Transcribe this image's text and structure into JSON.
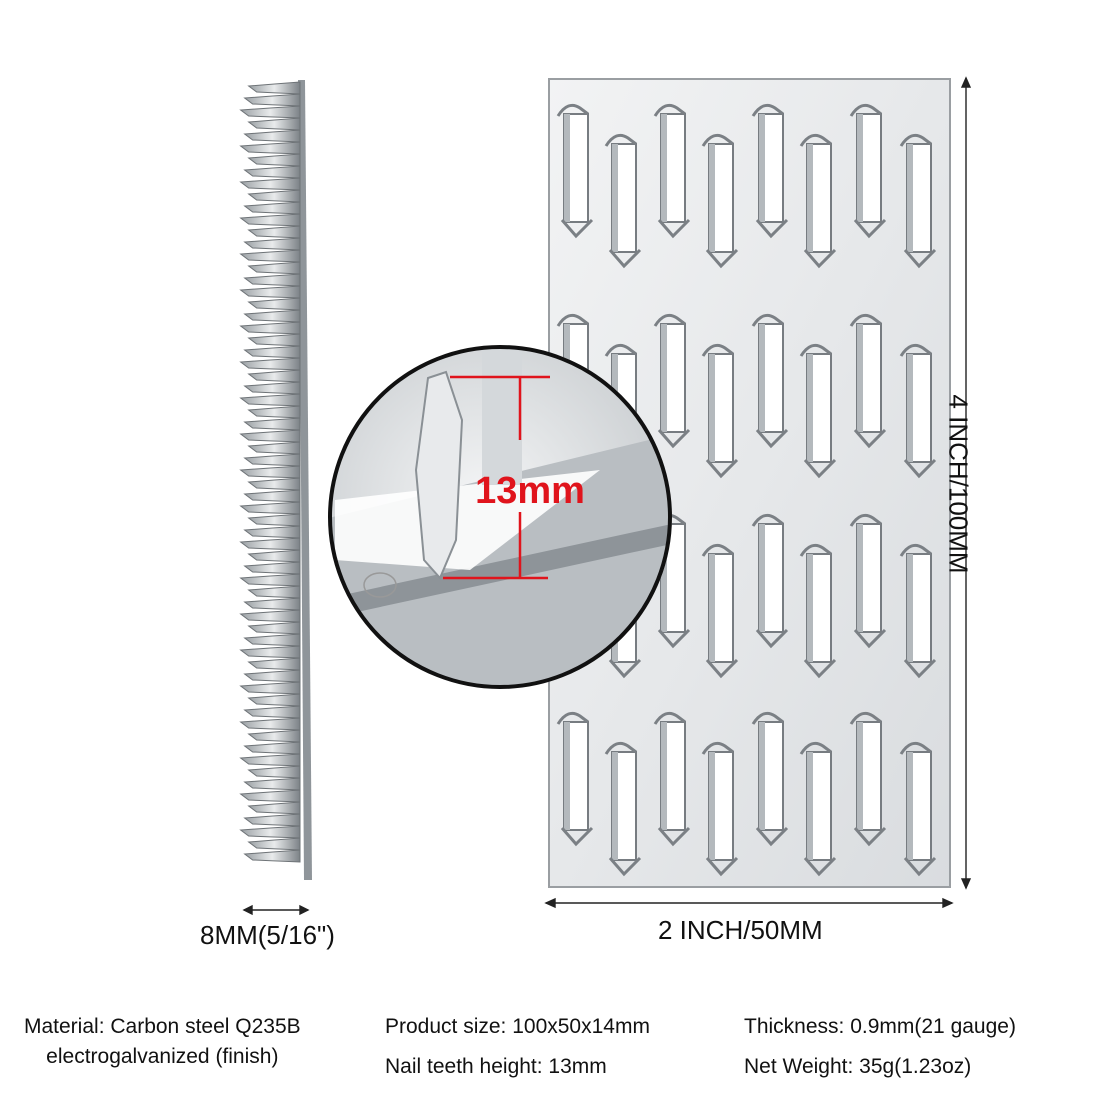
{
  "dimensions": {
    "side_thickness": "8MM(5/16\")",
    "width": "2 INCH/50MM",
    "height": "4 INCH/100MM",
    "teeth_height_callout": "13mm"
  },
  "specs": {
    "material_line1": "Material: Carbon steel Q235B",
    "material_line2": "electrogalvanized (finish)",
    "product_size": "Product size: 100x50x14mm",
    "nail_teeth_height": "Nail teeth height: 13mm",
    "thickness": "Thickness: 0.9mm(21 gauge)",
    "net_weight": "Net Weight: 35g(1.23oz)"
  },
  "colors": {
    "callout_red": "#e0141c",
    "metal_light": "#eef0f1",
    "metal_dark": "#6e7377"
  }
}
